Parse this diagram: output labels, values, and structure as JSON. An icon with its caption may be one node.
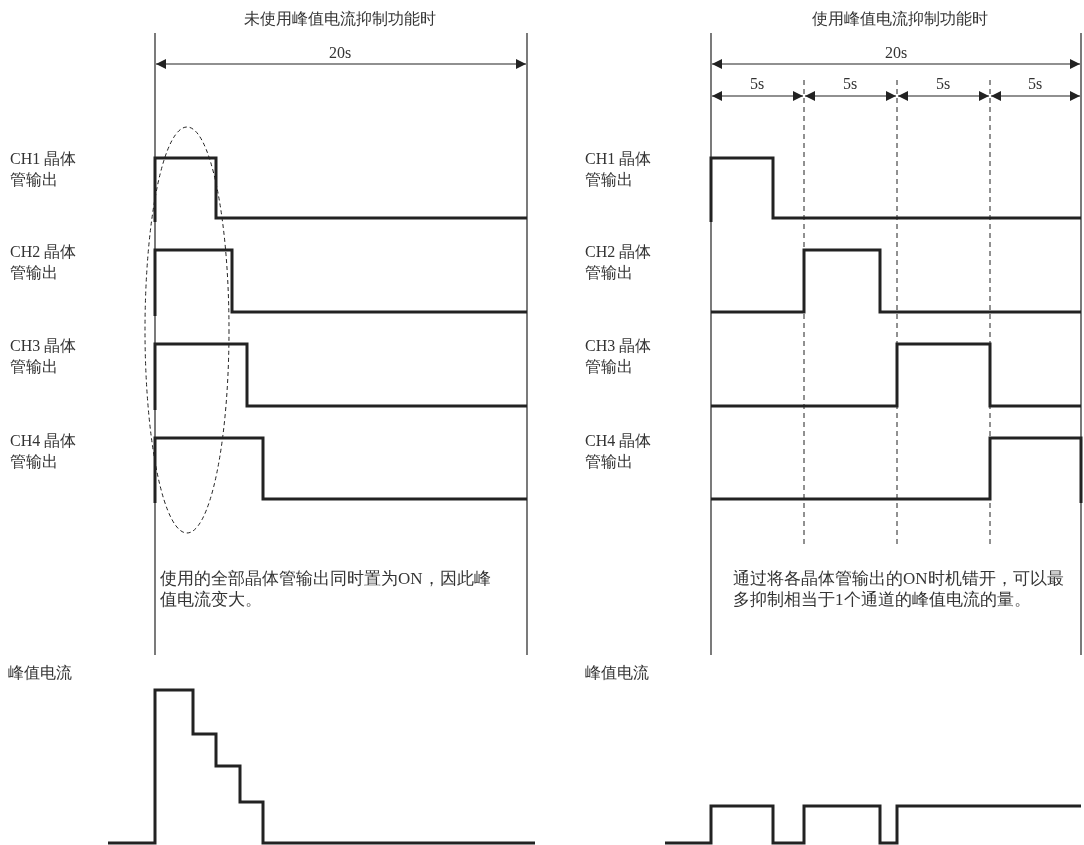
{
  "diagram": {
    "nodes": [
      {
        "text": [],
        "shape": "ellipse"
      }
    ],
    "labels": [
      "未使用峰值电流抑制功能时",
      "20s",
      "CH1 晶体管输出",
      "CH2 晶体管输出",
      "CH3 晶体管输出",
      "CH4 晶体管输出",
      "使用的全部晶体管输出同时置为ON，因此峰值电流变大。",
      "峰值电流",
      "使用峰值电流抑制功能时",
      "20s",
      "5s",
      "5s",
      "5s",
      "5s",
      "CH1 晶体管输出",
      "CH2 晶体管输出",
      "CH3 晶体管输出",
      "CH4 晶体管输出",
      "通过将各晶体管输出的ON时机错开，可以最多抑制相当于1个通道的峰值电流的量。",
      "峰值电流"
    ]
  }
}
